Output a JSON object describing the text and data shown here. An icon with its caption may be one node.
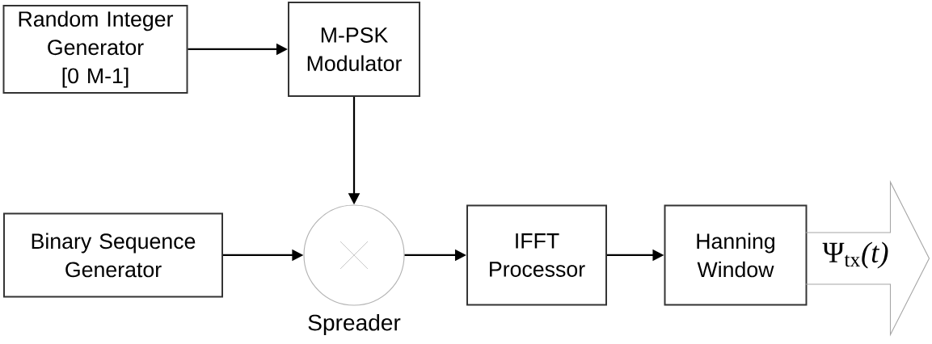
{
  "diagram": {
    "nodes": [
      {
        "text": [
          "Random Integer Generator [0 M-1]"
        ]
      },
      {
        "text": [
          "M-PSK Modulator"
        ]
      },
      {
        "text": [
          "Binary Sequence Generator"
        ]
      },
      {
        "text": [],
        "shape": "circle",
        "beside": [
          "Spreader"
        ]
      },
      {
        "text": [
          "IFFT Processor"
        ]
      },
      {
        "text": [
          "Hanning Window"
        ]
      },
      {
        "text": [
          "Ψ$_{tx}$*(t)*"
        ]
      }
    ],
    "edges": [
      {
        "from": 0,
        "to": 1,
        "arrow": "to"
      },
      {
        "from": 1,
        "to": 3,
        "arrow": "to"
      },
      {
        "from": 2,
        "to": 3,
        "arrow": "to"
      },
      {
        "from": 3,
        "to": 4,
        "arrow": "to"
      },
      {
        "from": 4,
        "to": 5,
        "arrow": "to"
      }
    ]
  }
}
